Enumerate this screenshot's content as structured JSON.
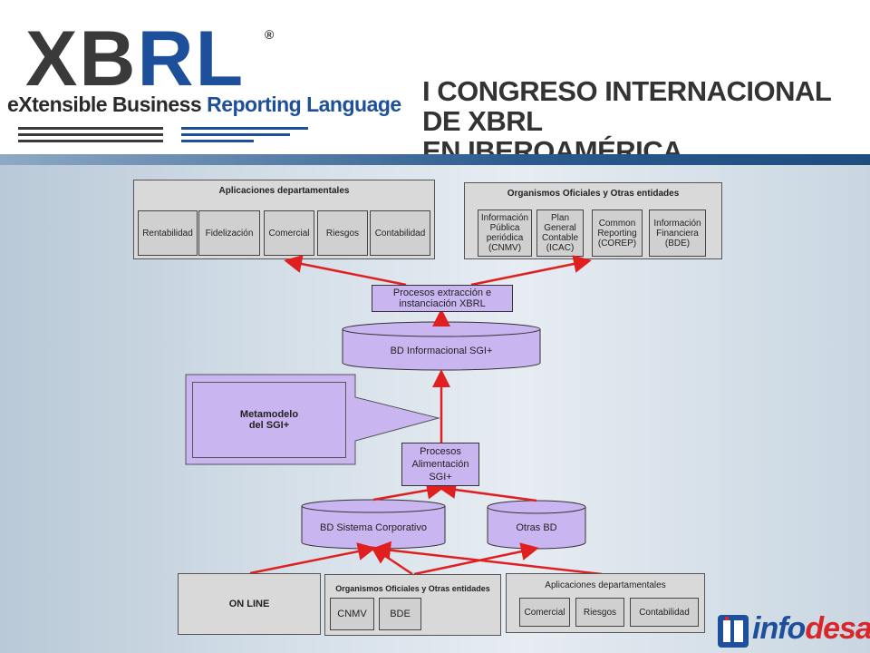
{
  "header": {
    "logo_main_1": "XB",
    "logo_main_2": "RL",
    "logo_reg": "®",
    "logo_sub_1": "eXtensible Business ",
    "logo_sub_2": "Reporting Language",
    "title_line1": "I CONGRESO INTERNACIONAL DE XBRL",
    "title_line2": "EN IBEROAMÉRICA"
  },
  "top_left_panel": {
    "title": "Aplicaciones departamentales",
    "items": [
      "Rentabilidad",
      "Fidelización",
      "Comercial",
      "Riesgos",
      "Contabilidad"
    ]
  },
  "top_right_panel": {
    "title": "Organismos Oficiales y Otras entidades",
    "items": [
      [
        "Información",
        "Pública",
        "periódica",
        "(CNMV)"
      ],
      [
        "Plan",
        "General",
        "Contable",
        "(ICAC)"
      ],
      [
        "Common",
        "Reporting",
        "(COREP)"
      ],
      [
        "Información",
        "Financiera",
        "(BDE)"
      ]
    ]
  },
  "procesos_extraccion": [
    "Procesos extracción e",
    "instanciación XBRL"
  ],
  "bd_informacional": "BD Informacional SGI+",
  "metamodelo": [
    "Metamodelo",
    "del SGI+"
  ],
  "procesos_alimentacion": [
    "Procesos",
    "Alimentación",
    "SGI+"
  ],
  "bd_sistema": "BD Sistema Corporativo",
  "otras_bd": "Otras BD",
  "online": "ON LINE",
  "bottom_mid_panel": {
    "title": "Organismos Oficiales y Otras entidades",
    "items": [
      "CNMV",
      "BDE"
    ]
  },
  "bottom_right_panel": {
    "title": "Aplicaciones departamentales",
    "items": [
      "Comercial",
      "Riesgos",
      "Contabilidad"
    ]
  },
  "footer_logo": {
    "part1": "info",
    "part2": "desa"
  },
  "colors": {
    "arrow": "#e02020",
    "process": "#c9b5f0",
    "panel": "#d9d9d9",
    "brand_blue": "#1e4f9a"
  }
}
